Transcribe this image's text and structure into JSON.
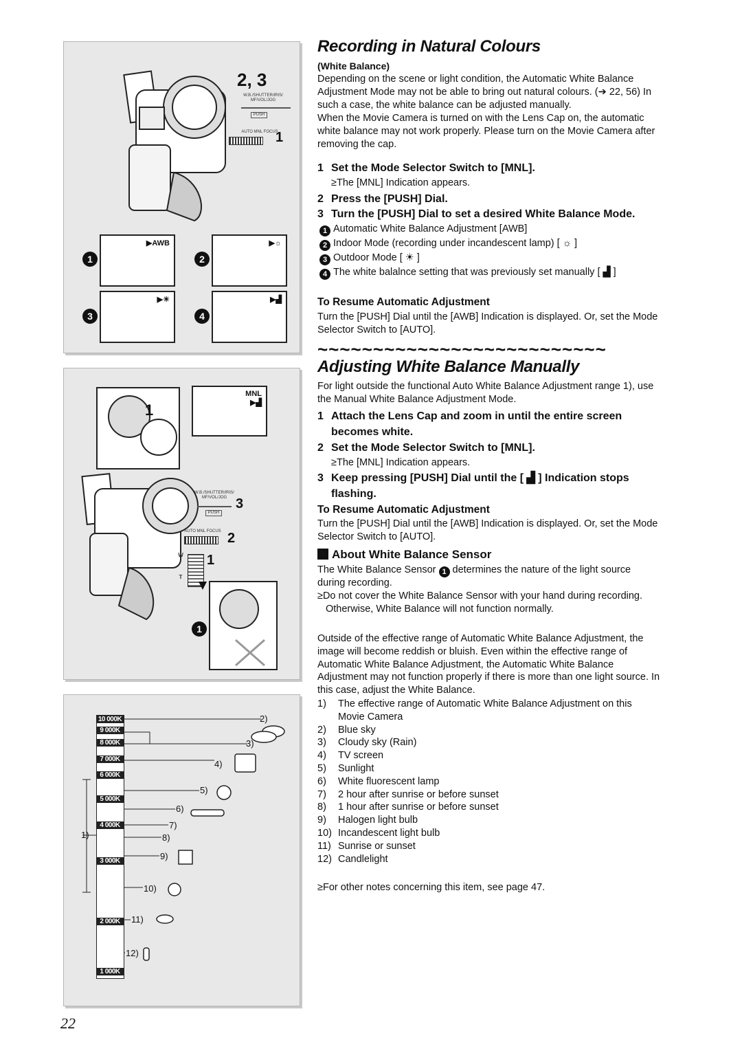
{
  "title_1": "Recording in Natural Colours",
  "wb_heading": "(White Balance)",
  "intro_p1a": "Depending on the scene or light condition, the Automatic White Balance",
  "intro_p1b": "Adjustment Mode may not be able to bring out natural colours. (➔ 22, 56) In",
  "intro_p1c": "such a case, the white balance can be adjusted manually.",
  "intro_p2a": "When the Movie Camera is turned on with the Lens Cap on, the automatic",
  "intro_p2b": "white balance may not work properly. Please turn on the Movie Camera after",
  "intro_p2c": "removing the cap.",
  "sec1_steps": [
    {
      "num": "1",
      "text": "Set the Mode Selector Switch to [MNL]."
    },
    {
      "num": "2",
      "text": "Press the [PUSH] Dial."
    },
    {
      "num": "3",
      "text": "Turn the [PUSH] Dial to set a desired White Balance Mode."
    }
  ],
  "sec1_note": "≥The [MNL] Indication appears.",
  "modes": [
    {
      "num": "1",
      "text": "Automatic White Balance Adjustment [AWB]"
    },
    {
      "num": "2",
      "text": "Indoor Mode (recording under incandescent lamp) [ ☼ ]"
    },
    {
      "num": "3",
      "text": "Outdoor Mode [ ☀ ]"
    },
    {
      "num": "4",
      "text": "The white balalnce setting that was previously set manually [ ▟ ]"
    }
  ],
  "resume_heading": "To Resume Automatic Adjustment",
  "resume_a": "Turn the [PUSH] Dial until the [AWB] Indication is displayed. Or, set the Mode",
  "resume_b": "Selector Switch to [AUTO].",
  "tilde": "~~~~~~~~~~~~~~~~~~~~~~~~~~",
  "title_2": "Adjusting White Balance Manually",
  "manual_a": "For light outside the functional Auto White Balance Adjustment range 1), use",
  "manual_b": "the Manual White Balance Adjustment Mode.",
  "sec2_step1a": "Attach the Lens Cap and zoom in until the entire screen",
  "sec2_step1b": "becomes white.",
  "sec2_step2": "Set the Mode Selector Switch to [MNL].",
  "sec2_note": "≥The [MNL] Indication appears.",
  "sec2_step3a": "Keep pressing [PUSH] Dial until the [ ▟ ] Indication stops",
  "sec2_step3b": "flashing.",
  "sensor_heading": "About White Balance Sensor",
  "sensor_a": "The White Balance Sensor",
  "sensor_b": "determines the nature of the light source",
  "sensor_c": "during recording.",
  "sensor_note_a": "≥Do not cover the White Balance Sensor with your hand during recording.",
  "sensor_note_b": "Otherwise, White Balance will not function normally.",
  "outside_a": "Outside of the effective range of Automatic White Balance Adjustment, the",
  "outside_b": "image will become reddish or bluish. Even within the effective range of",
  "outside_c": "Automatic White Balance Adjustment, the Automatic White Balance",
  "outside_d": "Adjustment may not function properly if there is more than one light source. In",
  "outside_e": "this case, adjust the White Balance.",
  "sources": [
    {
      "num": "1)",
      "text": "The effective range of Automatic White Balance Adjustment on this"
    },
    {
      "num": "",
      "text": "Movie Camera"
    },
    {
      "num": "2)",
      "text": "Blue sky"
    },
    {
      "num": "3)",
      "text": "Cloudy sky (Rain)"
    },
    {
      "num": "4)",
      "text": "TV screen"
    },
    {
      "num": "5)",
      "text": "Sunlight"
    },
    {
      "num": "6)",
      "text": "White fluorescent lamp"
    },
    {
      "num": "7)",
      "text": "2 hour after sunrise or before sunset"
    },
    {
      "num": "8)",
      "text": "1 hour after sunrise or before sunset"
    },
    {
      "num": "9)",
      "text": "Halogen light bulb"
    },
    {
      "num": "10)",
      "text": "Incandescent light bulb"
    },
    {
      "num": "11)",
      "text": "Sunrise or sunset"
    },
    {
      "num": "12)",
      "text": "Candlelight"
    }
  ],
  "other_notes": "≥For other notes concerning this item, see page 47.",
  "page_number": "22",
  "fig1": {
    "step_23": "2, 3",
    "step_1": "1",
    "dial_label": "W.B./SHUTTER/IRIS/ MF/VOL/JOG",
    "push_label": "PUSH",
    "switch_labels": "AUTO   MNL   FOCUS",
    "screen_awb": "▶AWB",
    "screen_indoor": "▶☼",
    "screen_outdoor": "▶☀",
    "screen_manual": "▶▟",
    "marks": [
      "1",
      "2",
      "3",
      "4"
    ]
  },
  "fig2": {
    "step_1": "1",
    "step_3": "3",
    "step_2": "2",
    "step_1b": "1",
    "screen_mnl": "MNL",
    "screen_icon": "▶▟",
    "w_label": "W",
    "t_label": "T",
    "mark": "1"
  },
  "kelvin_scale": [
    "10 000K",
    "9 000K",
    "8 000K",
    "7 000K",
    "6 000K",
    "5 000K",
    "4 000K",
    "3 000K",
    "2 000K",
    "1 000K"
  ],
  "chart_labels": [
    "1)",
    "2)",
    "3)",
    "4)",
    "5)",
    "6)",
    "7)",
    "8)",
    "9)",
    "10)",
    "11)",
    "12)"
  ]
}
